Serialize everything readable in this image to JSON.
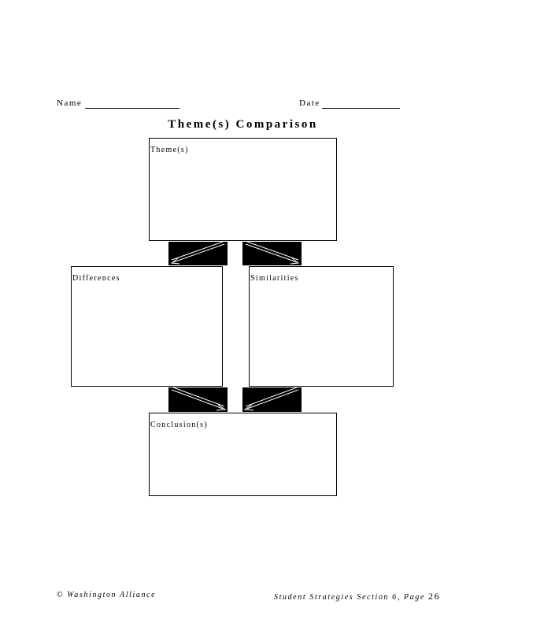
{
  "header": {
    "name_label": "Name",
    "date_label": "Date"
  },
  "title": "Theme(s) Comparison",
  "boxes": {
    "themes": "Theme(s)",
    "differences": "Differences",
    "similarities": "Similarities",
    "conclusions": "Conclusion(s)"
  },
  "footer": {
    "left": "© Washington Alliance",
    "right_prefix": "Student Strategies Section 6, Page",
    "page_number": "26"
  }
}
